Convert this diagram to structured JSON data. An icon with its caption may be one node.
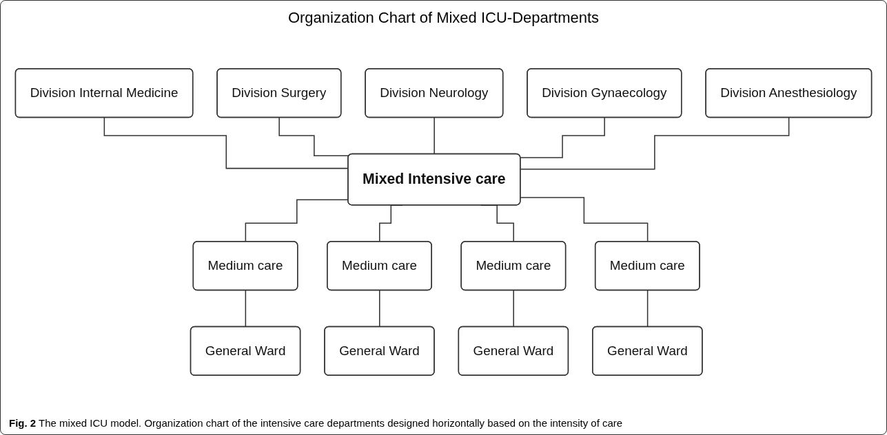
{
  "diagram": {
    "title": "Organization Chart of Mixed ICU-Departments",
    "caption": "**Fig. 2** The mixed ICU model. Organization chart of the intensive care departments designed horizontally based on the intensity of care",
    "nodes": [
      {
        "text": [
          "Division Internal Medicine"
        ]
      },
      {
        "text": [
          "Division Surgery"
        ]
      },
      {
        "text": [
          "Division Neurology"
        ]
      },
      {
        "text": [
          "Division Gynaecology"
        ]
      },
      {
        "text": [
          "Division Anesthesiology"
        ]
      },
      {
        "text": [
          "Mixed Intensive care"
        ]
      },
      {
        "text": [
          "Medium care"
        ]
      },
      {
        "text": [
          "Medium care"
        ]
      },
      {
        "text": [
          "Medium care"
        ]
      },
      {
        "text": [
          "Medium care"
        ]
      },
      {
        "text": [
          "General Ward"
        ]
      },
      {
        "text": [
          "General Ward"
        ]
      },
      {
        "text": [
          "General Ward"
        ]
      },
      {
        "text": [
          "General Ward"
        ]
      }
    ],
    "edges": [
      {
        "from": 0,
        "to": 5,
        "arrow": "none"
      },
      {
        "from": 1,
        "to": 5,
        "arrow": "none"
      },
      {
        "from": 2,
        "to": 5,
        "arrow": "none"
      },
      {
        "from": 3,
        "to": 5,
        "arrow": "none"
      },
      {
        "from": 4,
        "to": 5,
        "arrow": "none"
      },
      {
        "from": 5,
        "to": 6,
        "arrow": "none"
      },
      {
        "from": 5,
        "to": 7,
        "arrow": "none"
      },
      {
        "from": 5,
        "to": 8,
        "arrow": "none"
      },
      {
        "from": 5,
        "to": 9,
        "arrow": "none"
      },
      {
        "from": 6,
        "to": 10,
        "arrow": "none"
      },
      {
        "from": 7,
        "to": 11,
        "arrow": "none"
      },
      {
        "from": 8,
        "to": 12,
        "arrow": "none"
      },
      {
        "from": 9,
        "to": 13,
        "arrow": "none"
      }
    ]
  }
}
